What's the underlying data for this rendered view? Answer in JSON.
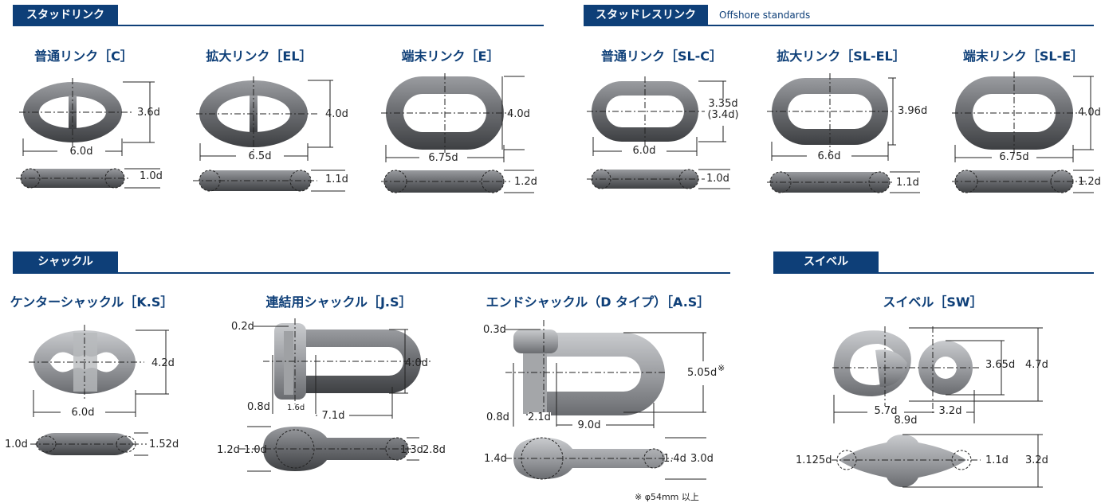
{
  "sections": {
    "studlink": {
      "title": "スタッドリンク"
    },
    "studless": {
      "title": "スタッドレスリンク",
      "subtitle": "Offshore standards"
    },
    "shackle": {
      "title": "シャックル"
    },
    "swivel": {
      "title": "スイベル"
    }
  },
  "items": {
    "c": {
      "title": "普通リンク［C］",
      "height": "3.6d",
      "length": "6.0d",
      "thick": "1.0d"
    },
    "el": {
      "title": "拡大リンク［EL］",
      "height": "4.0d",
      "length": "6.5d",
      "thick": "1.1d"
    },
    "e": {
      "title": "端末リンク［E］",
      "height": "4.0d",
      "length": "6.75d",
      "thick": "1.2d"
    },
    "slc": {
      "title": "普通リンク［SL-C］",
      "height": "3.35d",
      "height2": "(3.4d)",
      "length": "6.0d",
      "thick": "1.0d"
    },
    "slel": {
      "title": "拡大リンク［SL-EL］",
      "height": "3.96d",
      "length": "6.6d",
      "thick": "1.1d"
    },
    "sle": {
      "title": "端末リンク［SL-E］",
      "height": "4.0d",
      "length": "6.75d",
      "thick": "1.2d"
    },
    "ks": {
      "title": "ケンターシャックル［K.S］",
      "height": "4.2d",
      "length": "6.0d",
      "side_left": "1.0d",
      "side_right": "1.52d"
    },
    "js": {
      "title": "連結用シャックル［J.S］",
      "pin": "0.2d",
      "height": "4.0d",
      "inner": "0.8d",
      "inner2": "1.6d",
      "length": "7.1d",
      "side1": "1.2d",
      "side2": "1.0d",
      "side3": "1.3d",
      "side4": "2.8d"
    },
    "as": {
      "title": "エンドシャックル（D タイプ）［A.S］",
      "pin": "0.3d",
      "height": "5.05d",
      "mark": "※",
      "inner": "0.8d",
      "inner2": "2.1d",
      "length": "9.0d",
      "side1": "1.4d",
      "side2": "1.4d",
      "side3": "3.0d",
      "note": "※ φ54mm 以上"
    },
    "sw": {
      "title": "スイベル［SW］",
      "h1": "3.65d",
      "h2": "4.7d",
      "w1": "5.7d",
      "w2": "3.2d",
      "w3": "8.9d",
      "side1": "1.125d",
      "side2": "1.1d",
      "side3": "3.2d"
    }
  },
  "colors": {
    "brand": "#0e3f78",
    "steel": "#6d6f73"
  }
}
